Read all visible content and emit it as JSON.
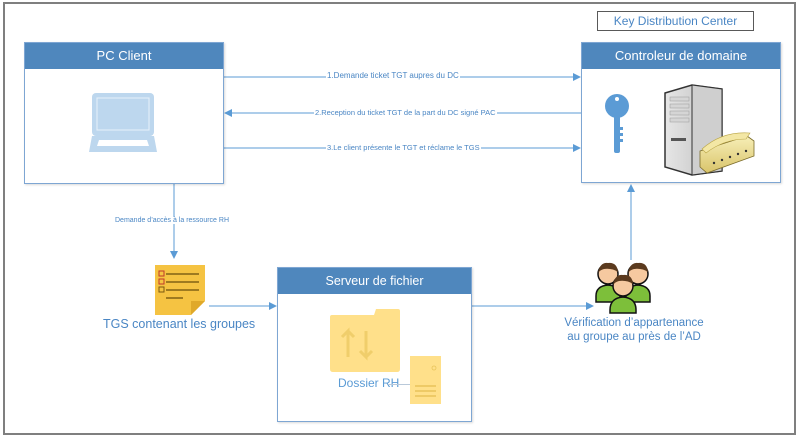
{
  "diagram": {
    "title_box": "Key Distribution Center",
    "nodes": {
      "pc_client": {
        "title": "PC Client",
        "icon": "laptop-icon"
      },
      "domain_controller": {
        "title": "Controleur de domaine",
        "icons": [
          "key-icon",
          "server-tower-icon"
        ]
      },
      "file_server": {
        "title": "Serveur de fichier",
        "folder_label": "Dossier RH",
        "icons": [
          "folder-sync-icon",
          "server-icon"
        ]
      },
      "tgs": {
        "label": "TGS contenant les groupes",
        "icon": "sticky-note-checklist-icon"
      },
      "group_check": {
        "label_line1": "Vérification d’appartenance",
        "label_line2": "au groupe au près de l’AD",
        "icon": "users-group-icon"
      }
    },
    "edges": [
      {
        "from": "pc_client",
        "to": "domain_controller",
        "label": "1.Demande ticket TGT aupres du DC"
      },
      {
        "from": "domain_controller",
        "to": "pc_client",
        "label": "2.Reception du ticket TGT de la part du DC signé PAC"
      },
      {
        "from": "pc_client",
        "to": "domain_controller",
        "label": "3.Le client présente le TGT et réclame le TGS"
      },
      {
        "from": "pc_client",
        "to": "tgs",
        "label": "Demande d’accès à la ressource RH"
      },
      {
        "from": "tgs",
        "to": "file_server",
        "label": ""
      },
      {
        "from": "file_server",
        "to": "group_check",
        "label": ""
      },
      {
        "from": "group_check",
        "to": "domain_controller",
        "label": ""
      }
    ],
    "colors": {
      "accent": "#4f87bd",
      "line": "#5b9bd5",
      "text": "#4a86c4"
    }
  }
}
